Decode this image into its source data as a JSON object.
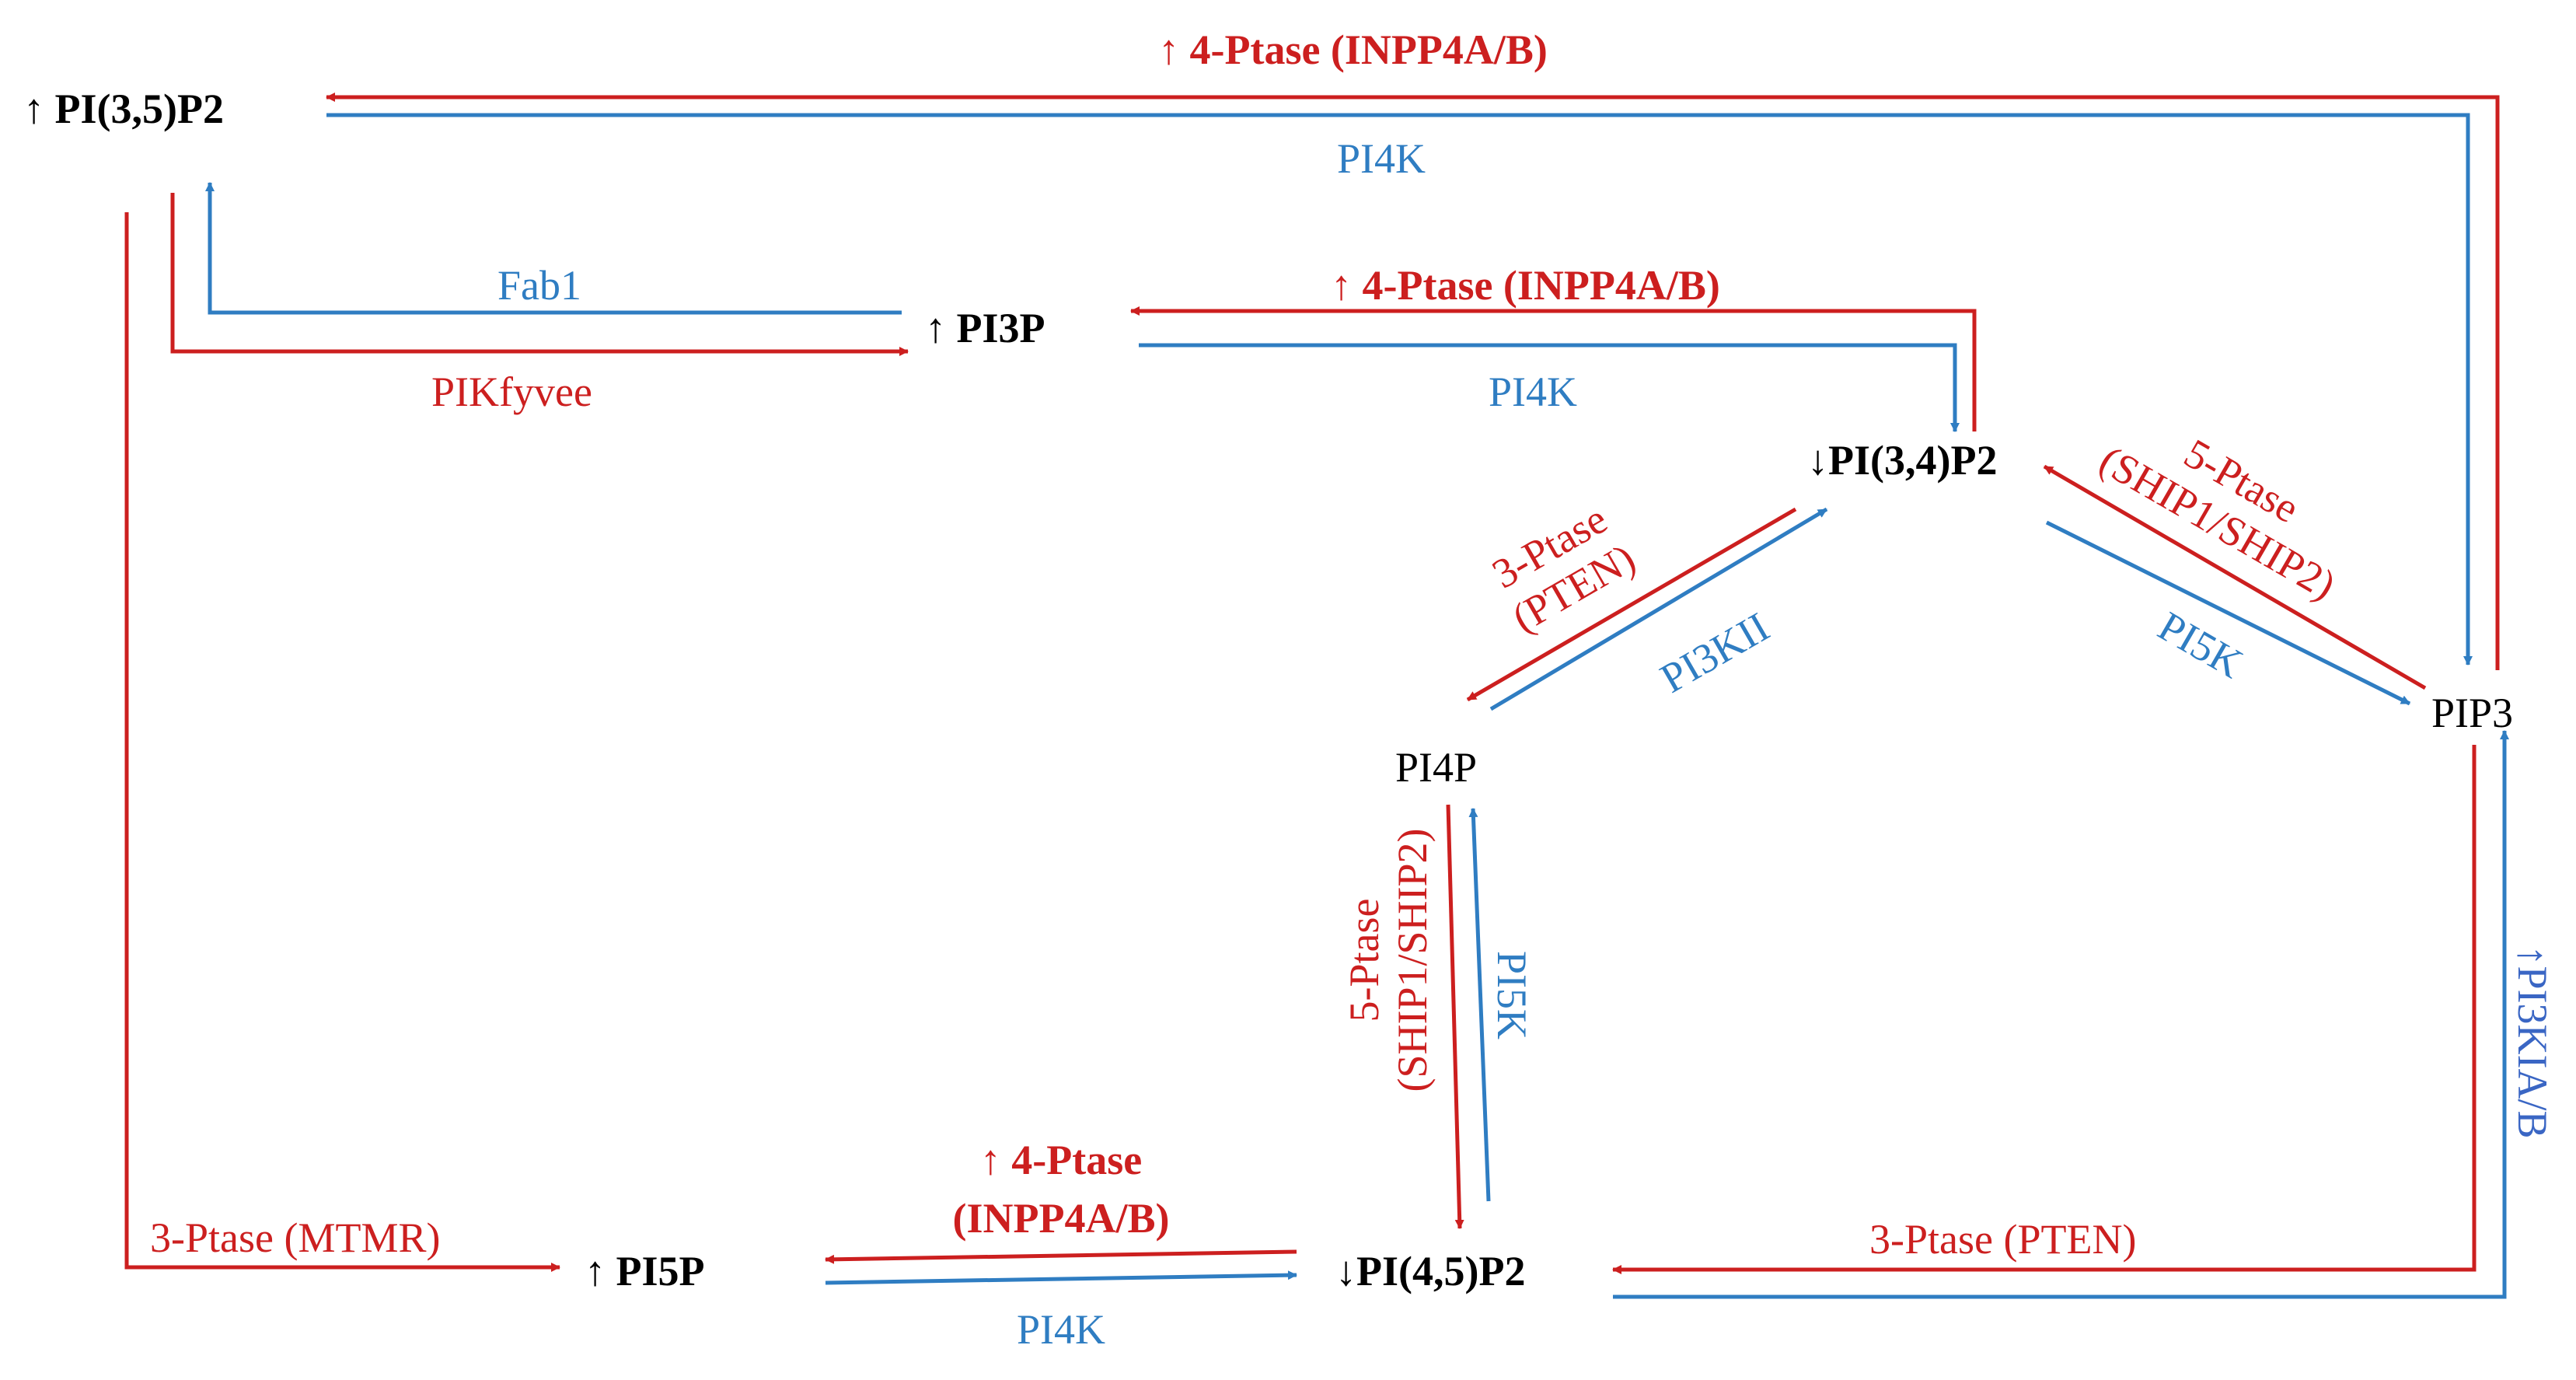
{
  "colors": {
    "red": "#cc1f1f",
    "blue": "#2f7dc2",
    "arrow_blue": "#3a66c4",
    "black": "#000000"
  },
  "nodes": {
    "pi35p2": "↑ PI(3,5)P2",
    "pi3p": "↑ PI3P",
    "pi34p2": "↓PI(3,4)P2",
    "pip3": "PIP3",
    "pi4p": "PI4P",
    "pi5p": "↑ PI5P",
    "pi45p2": "↓PI(4,5)P2"
  },
  "labels": {
    "top_ptase": "↑ 4-Ptase (INPP4A/B)",
    "top_pi4k": "PI4K",
    "fab1": "Fab1",
    "pikfyvee": "PIKfyvee",
    "mid_ptase": "↑ 4-Ptase (INPP4A/B)",
    "mid_pi4k": "PI4K",
    "pten_left_1": "3-Ptase",
    "pten_left_2": "(PTEN)",
    "pi3kii": "PI3KII",
    "ship_right_1": "5-Ptase",
    "ship_right_2": "(SHIP1/SHIP2)",
    "pi5k_right": "PI5K",
    "ship_vert_1": "5-Ptase",
    "ship_vert_2": "(SHIP1/SHIP2)",
    "pi5k_vert": "PI5K",
    "bottom_ptase_1": "↑ 4-Ptase",
    "bottom_ptase_2": "(INPP4A/B)",
    "bottom_pi4k": "PI4K",
    "mtmr": "3-Ptase (MTMR)",
    "pten_bottom": "3-Ptase (PTEN)",
    "pi3kia": "↑PI3KIA/B"
  }
}
